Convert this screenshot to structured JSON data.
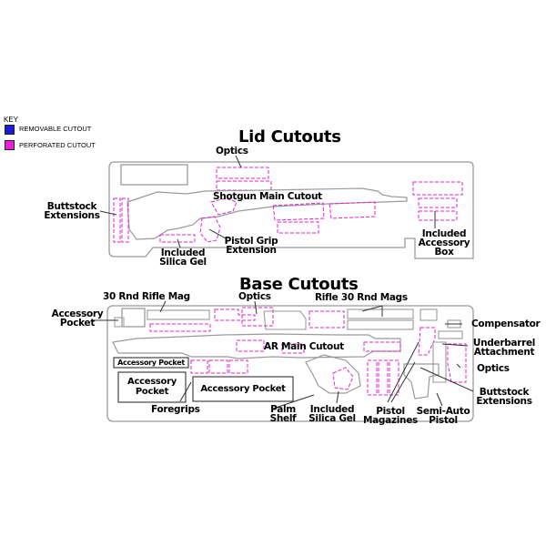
{
  "key": {
    "title": "KEY",
    "items": [
      {
        "label": "REMOVABLE CUTOUT",
        "color": "#1a1adb"
      },
      {
        "label": "PERFORATED CUTOUT",
        "color": "#ea1fd7"
      }
    ]
  },
  "colors": {
    "outline": "#9a9a9a",
    "perforated": "#ea1fd7",
    "leader": "#333333"
  },
  "lid": {
    "title": "Lid Cutouts",
    "labels": {
      "optics": "Optics",
      "main": "Shotgun Main Cutout",
      "buttstock_1": "Buttstock",
      "buttstock_2": "Extensions",
      "pistol_grip_1": "Pistol Grip",
      "pistol_grip_2": "Extension",
      "silica_1": "Included",
      "silica_2": "Silica Gel",
      "accessory_box_1": "Included",
      "accessory_box_2": "Accessory",
      "accessory_box_3": "Box"
    }
  },
  "base": {
    "title": "Base Cutouts",
    "labels": {
      "rifle_mag": "30 Rnd Rifle Mag",
      "optics_top": "Optics",
      "rifle_mags": "Rifle 30 Rnd Mags",
      "accessory_pocket_1": "Accessory",
      "accessory_pocket_2": "Pocket",
      "main": "AR Main Cutout",
      "compensator": "Compensator",
      "underbarrel_1": "Underbarrel",
      "underbarrel_2": "Attachment",
      "optics_right": "Optics",
      "buttstock_1": "Buttstock",
      "buttstock_2": "Extensions",
      "foregrips": "Foregrips",
      "palm_shelf_1": "Palm",
      "palm_shelf_2": "Shelf",
      "silica_1": "Included",
      "silica_2": "Silica Gel",
      "pistol_mags_1": "Pistol",
      "pistol_mags_2": "Magazines",
      "semi_auto_1": "Semi-Auto",
      "semi_auto_2": "Pistol",
      "box_small": "Accessory Pocket",
      "box_left_1": "Accessory",
      "box_left_2": "Pocket",
      "box_wide": "Accessory Pocket"
    }
  }
}
